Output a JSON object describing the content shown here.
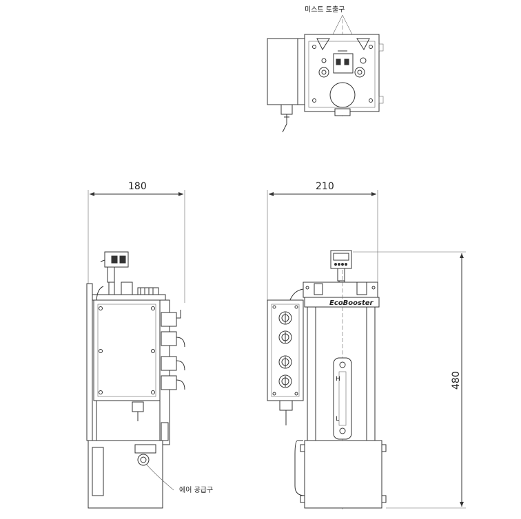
{
  "labels": {
    "mist_outlet": "미스트 토출구",
    "air_inlet": "에어 공급구",
    "brand": "EcoBooster",
    "level_high": "H",
    "level_low": "L"
  },
  "dimensions": {
    "side_width": "180",
    "front_width": "210",
    "height": "480"
  }
}
